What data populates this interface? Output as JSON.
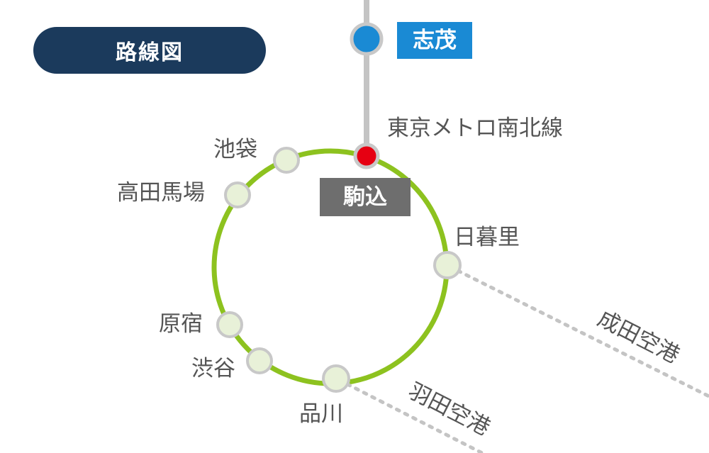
{
  "title": "路線図",
  "colors": {
    "loop_line": "#8dc21f",
    "station_fill": "#e8f1d8",
    "station_stroke": "#c8c8c8",
    "komagome_marker": "#e60012",
    "shigeru_marker": "#1a8ad4",
    "title_bg": "#1b3a5c",
    "connector_line": "#c4c4c4",
    "airport_route": "#c4c4c4"
  },
  "top_station": {
    "name": "志茂"
  },
  "line_name": "東京メトロ南北線",
  "highlight_station": {
    "name": "駒込"
  },
  "loop_stations": {
    "ikebukuro": "池袋",
    "takadanobaba": "高田馬場",
    "nippori": "日暮里",
    "harajuku": "原宿",
    "shibuya": "渋谷",
    "shinagawa": "品川"
  },
  "airports": {
    "narita": "成田空港",
    "haneda": "羽田空港"
  }
}
